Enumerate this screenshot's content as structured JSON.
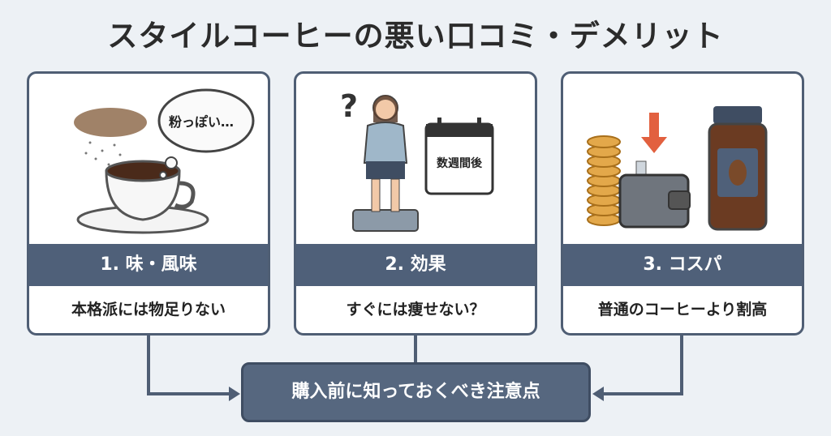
{
  "title": "スタイルコーヒーの悪い口コミ・デメリット",
  "cards": [
    {
      "heading": "1. 味・風味",
      "description": "本格派には物足りない",
      "bubble": "粉っぽい…"
    },
    {
      "heading": "2. 効果",
      "description": "すぐには痩せない？",
      "calendar": "数週間後",
      "question": "?"
    },
    {
      "heading": "3. コスパ",
      "description": "普通のコーヒーより割高"
    }
  ],
  "conclusion": "購入前に知っておくべき注意点",
  "colors": {
    "band": "#4f6079",
    "border": "#4f5e74",
    "background": "#edf1f5",
    "arrow": "#e2603f"
  }
}
